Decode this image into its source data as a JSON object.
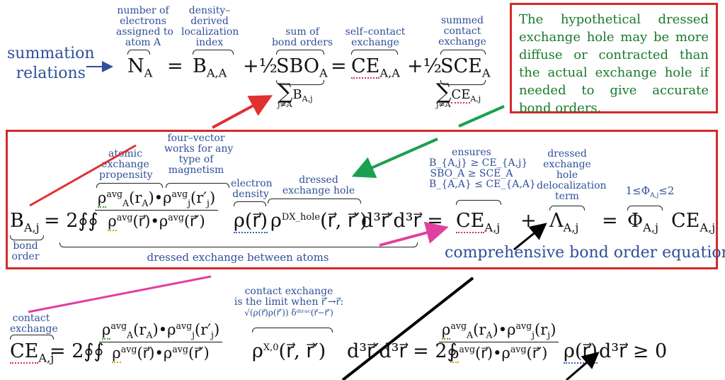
{
  "colors": {
    "annotation_blue": "#2f4f9a",
    "box_red": "#d42a2a",
    "note_green": "#1a7a2a",
    "arrow_red": "#e23030",
    "arrow_green": "#1aa050",
    "arrow_pink": "#e040a0",
    "arrow_black": "#000000"
  },
  "top": {
    "summation_relations": [
      "summation",
      "relations"
    ],
    "ann_NA": [
      "number of",
      "electrons",
      "assigned to",
      "atom A"
    ],
    "ann_BAA": [
      "density–",
      "derived",
      "localization",
      "index"
    ],
    "ann_SBO": [
      "sum of",
      "bond orders"
    ],
    "ann_CE": [
      "self–contact",
      "exchange"
    ],
    "ann_SCE": [
      "summed",
      "contact",
      "exchange"
    ],
    "N": "N",
    "N_sub": "A",
    "eq1": "=",
    "B": "B",
    "B_sub": "A,A",
    "plus_half_1": "+½",
    "SBO": "SBO",
    "SBO_sub": "A",
    "eq2": "=",
    "CE": "CE",
    "CE_sub": "A,A",
    "plus_half_2": "+½",
    "SCE": "SCE",
    "SCE_sub": "A",
    "sum_sigma": "∑",
    "sum_B_term": "B",
    "sum_B_sub": "A,j",
    "sum_lim": "j≠A",
    "sum_CE_term": "CE",
    "sum_CE_sub": "A,j"
  },
  "note": "The hypothetical dressed exchange hole may be more diffuse or contracted than the actual exchange hole if needed to give accurate bond orders.",
  "middle": {
    "ann_four_vector": [
      "four–vector",
      "works for any",
      "type of",
      "magnetism"
    ],
    "ann_atomic_exchange": [
      "atomic",
      "exchange",
      "propensity"
    ],
    "ann_electron_density": [
      "electron",
      "density"
    ],
    "ann_dressed_hole": [
      "dressed",
      "exchange hole"
    ],
    "ann_ensures": [
      "ensures",
      "Bₐ,ⱼ ≥ CEₐ,ⱼ",
      "SBOₐ ≥ SCEₐ",
      "Bₐ,ₐ ≤ CEₐ,ₐ"
    ],
    "ann_ensures_lines": [
      "ensures",
      "B_{A,j} ≥ CE_{A,j}",
      "SBO_A ≥ SCE_A",
      "B_{A,A} ≤ CE_{A,A}"
    ],
    "ann_deloc": [
      "dressed",
      "exchange",
      "hole",
      "delocalization",
      "term"
    ],
    "ann_phi": "1≤Φ_{A,j}≤2",
    "ann_phi_text": "1≤Φ",
    "ann_phi_sub": "A,j",
    "ann_phi_tail": "≤2",
    "B": "B",
    "B_sub": "A,j",
    "bond_order_label": [
      "bond",
      "order"
    ],
    "eq_lead": "= 2∮∮",
    "numerator": "ρ⃗ₐᵃᵛᵍ(rₐ)•ρ⃗ⱼᵃᵛᵍ(r′ⱼ)",
    "num_rho_A": "ρ",
    "num_avg": "avg",
    "num_A_sub": "A",
    "num_rA": "(r",
    "num_rA_sub": "A",
    "num_rA_close": ")",
    "num_dot": "•",
    "num_rho_j": "ρ",
    "num_j_sub": "j",
    "num_rj": "(r′",
    "num_rj_sub": "j",
    "num_rj_close": ")",
    "den_rho": "ρ",
    "den_avg": "avg",
    "den_r": "(r⃗)",
    "den_dot": "•",
    "den_r2": "(r⃗′)",
    "rho_r": "ρ(r⃗)",
    "rho_dx": "ρ",
    "rho_dx_sup": "DX_hole",
    "rho_dx_args": "(r⃗, r⃗′)",
    "d3": "d³r⃗′d³r⃗ =",
    "CE": "CE",
    "CE_sub": "A,j",
    "plus": "+",
    "Lambda": "Λ",
    "Lambda_sub": "A,j",
    "eq": "=",
    "Phi": "Φ",
    "Phi_sub": "A,j",
    "CE2": "CE",
    "CE2_sub": "A,j",
    "dressed_between": "dressed exchange between atoms",
    "comprehensive": "comprehensive bond order equation"
  },
  "bottom": {
    "ann_contact": [
      "contact",
      "exchange"
    ],
    "ann_limit": [
      "contact exchange",
      "is the limit when r⃗′→r⃗:"
    ],
    "ann_sqrt": "√(ρ(r⃗)ρ(r⃗′)) δᵈⁱʳᵃᶜ(r⃗−r⃗′)",
    "CE": "CE",
    "CE_sub": "A,j",
    "eq_lead": "= 2∮∮",
    "num_rA": "(r",
    "num_rj": "(r′",
    "rho_x0": "ρ",
    "rho_x0_sup": "X,0",
    "rho_x0_args": "(r⃗, r⃗′)",
    "d3": "d³r⃗′d³r⃗ = 2∮",
    "num2_rj": "(r",
    "rho_r": "ρ(r⃗)",
    "tail": "d³r⃗ ≥ 0"
  }
}
